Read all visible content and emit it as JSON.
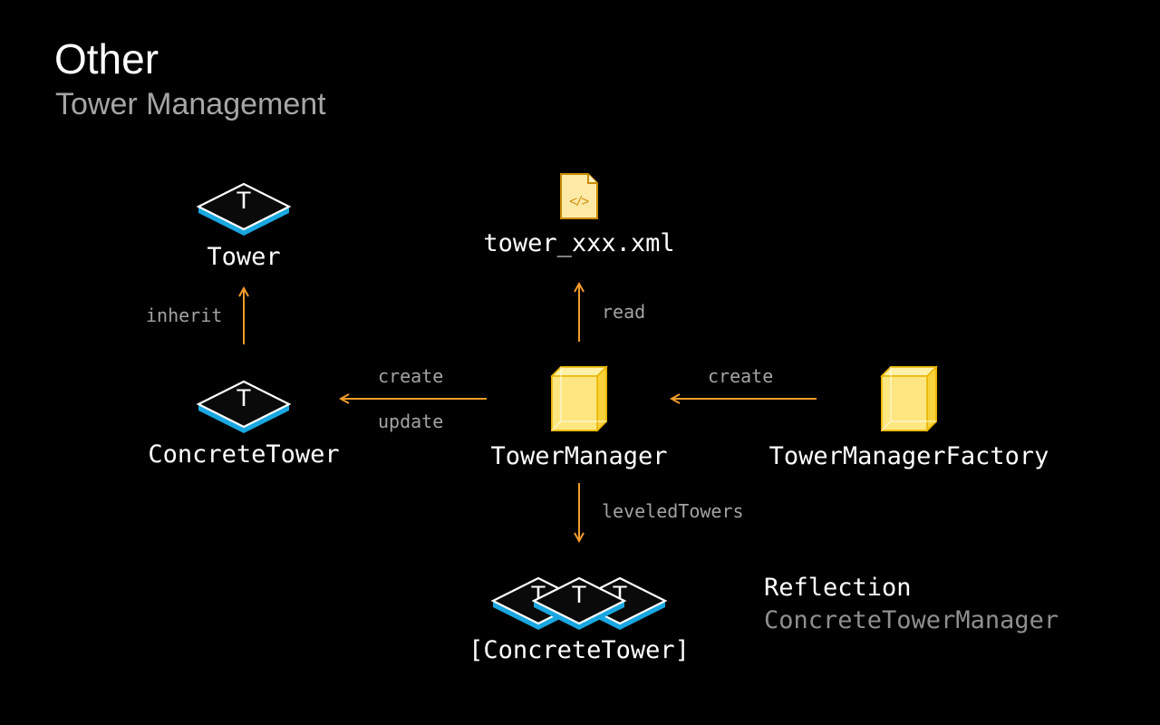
{
  "header": {
    "title": "Other",
    "subtitle": "Tower Management"
  },
  "nodes": {
    "tower": {
      "label": "Tower",
      "icon": "tower-icon",
      "letter": "T"
    },
    "concrete_tower": {
      "label": "ConcreteTower",
      "icon": "tower-icon",
      "letter": "T"
    },
    "xml_file": {
      "label": "tower_xxx.xml",
      "icon": "xml-file-icon",
      "glyph": "</>"
    },
    "tower_manager": {
      "label": "TowerManager",
      "icon": "cube-icon"
    },
    "tower_manager_factory": {
      "label": "TowerManagerFactory",
      "icon": "cube-icon"
    },
    "concrete_tower_array": {
      "label": "[ConcreteTower]",
      "icon": "tower-stack-icon",
      "letter": "T"
    }
  },
  "edges": {
    "inherit": "inherit",
    "read": "read",
    "create_tower": "create",
    "update_tower": "update",
    "create_manager": "create",
    "leveled_towers": "leveledTowers"
  },
  "note": {
    "main": "Reflection",
    "sub": "ConcreteTowerManager"
  },
  "colors": {
    "background": "#000000",
    "arrow": "#f39c2b",
    "tower_accent": "#1aa7e0",
    "cube_fill": "#ffe066",
    "cube_edge": "#e8b400",
    "edge_label": "#a3a3a3",
    "note_sub": "#8f8f8f"
  }
}
